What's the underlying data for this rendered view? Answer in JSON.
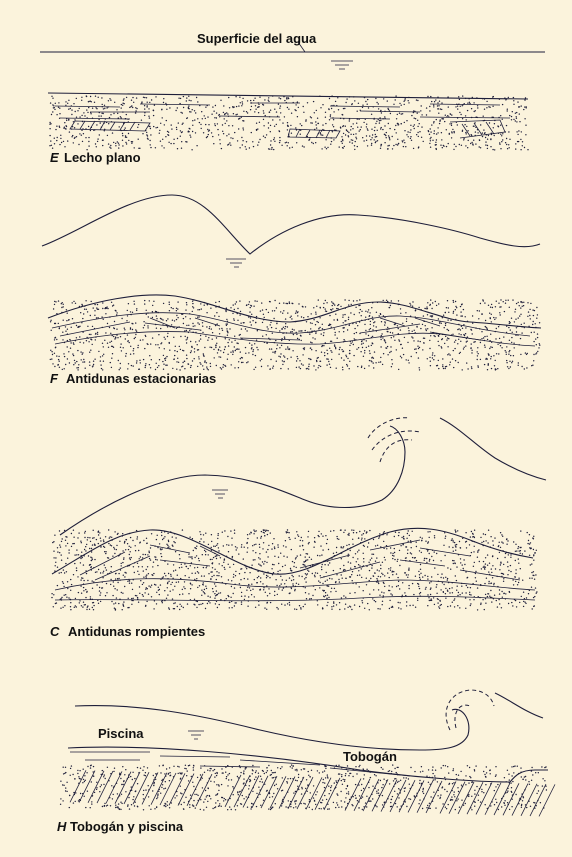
{
  "surface_label": "Superficie del agua",
  "panels": [
    {
      "letter": "E",
      "title": "Lecho plano"
    },
    {
      "letter": "F",
      "title": "Antidunas estacionarias"
    },
    {
      "letter": "C",
      "title": "Antidunas rompientes"
    },
    {
      "letter": "H",
      "title": "Tobogán y piscina"
    }
  ],
  "pool_label": "Piscina",
  "chute_label": "Tobogán",
  "colors": {
    "background": "#fbf3dc",
    "ink": "#1e1e3a"
  }
}
